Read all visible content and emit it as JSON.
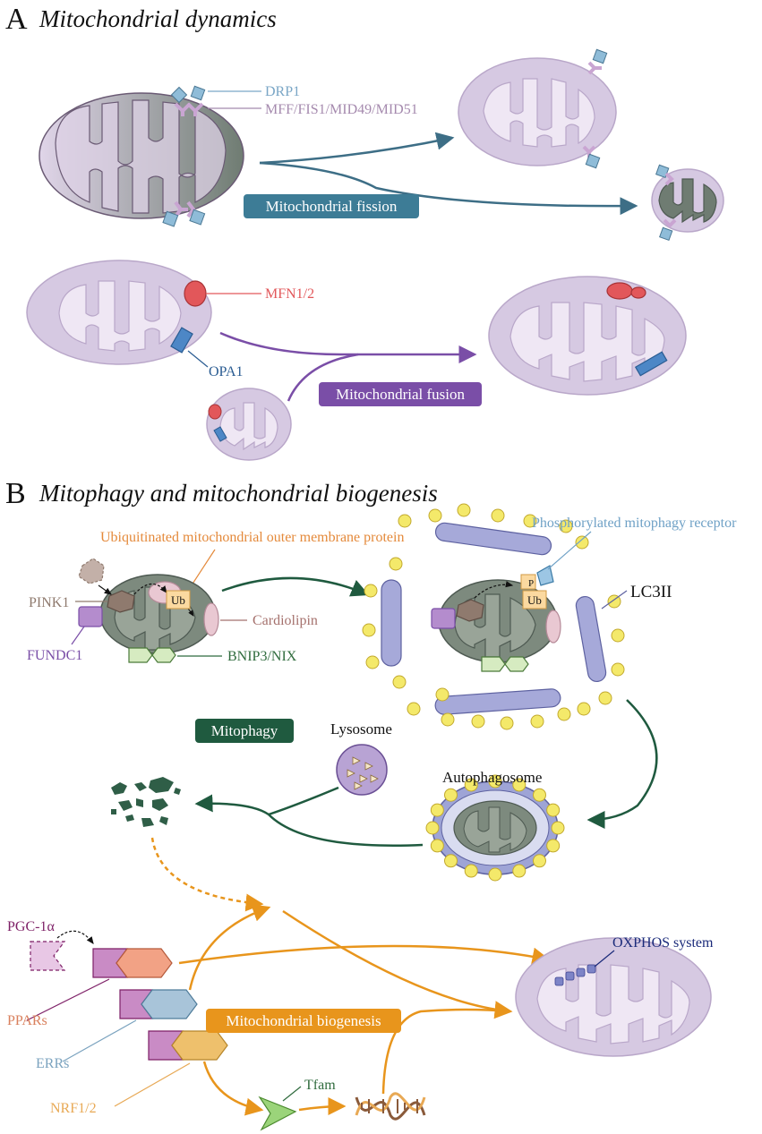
{
  "panel_a": {
    "letter": "A",
    "title": "Mitochondrial dynamics",
    "labels": {
      "drp1": "DRP1",
      "mff": "MFF/FIS1/MID49/MID51",
      "mfn": "MFN1/2",
      "opa1": "OPA1"
    },
    "processes": {
      "fission": "Mitochondrial fission",
      "fusion": "Mitochondrial fusion"
    }
  },
  "panel_b": {
    "letter": "B",
    "title": "Mitophagy and mitochondrial biogenesis",
    "labels": {
      "ubiq_protein": "Ubiquitinated mitochondrial outer membrane protein",
      "ub": "Ub",
      "ub2": "Ub",
      "p": "P",
      "pink1": "PINK1",
      "cardiolipin": "Cardiolipin",
      "fundc1": "FUNDC1",
      "bnip3": "BNIP3/NIX",
      "phospho_receptor": "Phosphorylated mitophagy receptor",
      "lc3ii": "LC3II",
      "lysosome": "Lysosome",
      "autophagosome": "Autophagosome",
      "pgc1a": "PGC-1α",
      "ppars": "PPARs",
      "errs": "ERRs",
      "nrf12": "NRF1/2",
      "tfam": "Tfam",
      "oxphos": "OXPHOS system"
    },
    "processes": {
      "mitophagy": "Mitophagy",
      "biogenesis": "Mitochondrial biogenesis"
    }
  },
  "colors": {
    "mito_light": "#d9cde3",
    "mito_outer": "#c6b4d4",
    "mito_dark": "#7d8a7e",
    "drp1": "#8fbcd8",
    "mff": "#d9bfdc",
    "mfn": "#e2575a",
    "opa1": "#4d87c6",
    "fission_box": "#3d7c96",
    "fusion_box": "#7a4ea7",
    "mitophagy_box": "#1f5a3f",
    "biogenesis_box": "#e8951c",
    "phagophore": "#a6a9d9",
    "lc3": "#f4e96a",
    "fundc1": "#b48ccd",
    "bnip3": "#d6ebc1",
    "pink1": "#8f7a6e",
    "ub": "#fbd9a0",
    "pgc1a": "#c98bc5",
    "ppar": "#f2a285",
    "err": "#a8c4d9",
    "nrf": "#eec06c",
    "tfam": "#9bd47a",
    "oxphos": "#7d84c7"
  }
}
